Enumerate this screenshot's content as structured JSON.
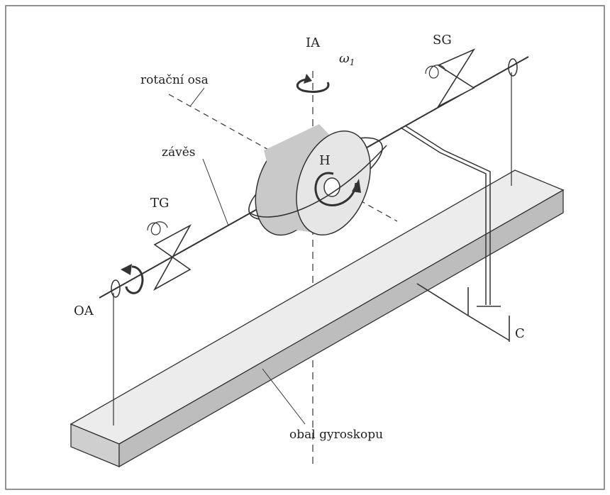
{
  "labels": {
    "ia": "IA",
    "omega": "ω",
    "omega_sub": "1",
    "sg": "SG",
    "rotation_axis": "rotační osa",
    "suspension": "závěs",
    "h": "H",
    "tg": "TG",
    "oa": "OA",
    "c": "C",
    "housing": "obal gyroskopu"
  },
  "colors": {
    "frame": "#6f6f6f",
    "line": "#333333",
    "bar_top": "#ececec",
    "bar_front": "#cfcfcf",
    "bar_side": "#bdbdbd",
    "wheel_face": "#e6e6e6",
    "wheel_rim": "#c9c9c9"
  }
}
